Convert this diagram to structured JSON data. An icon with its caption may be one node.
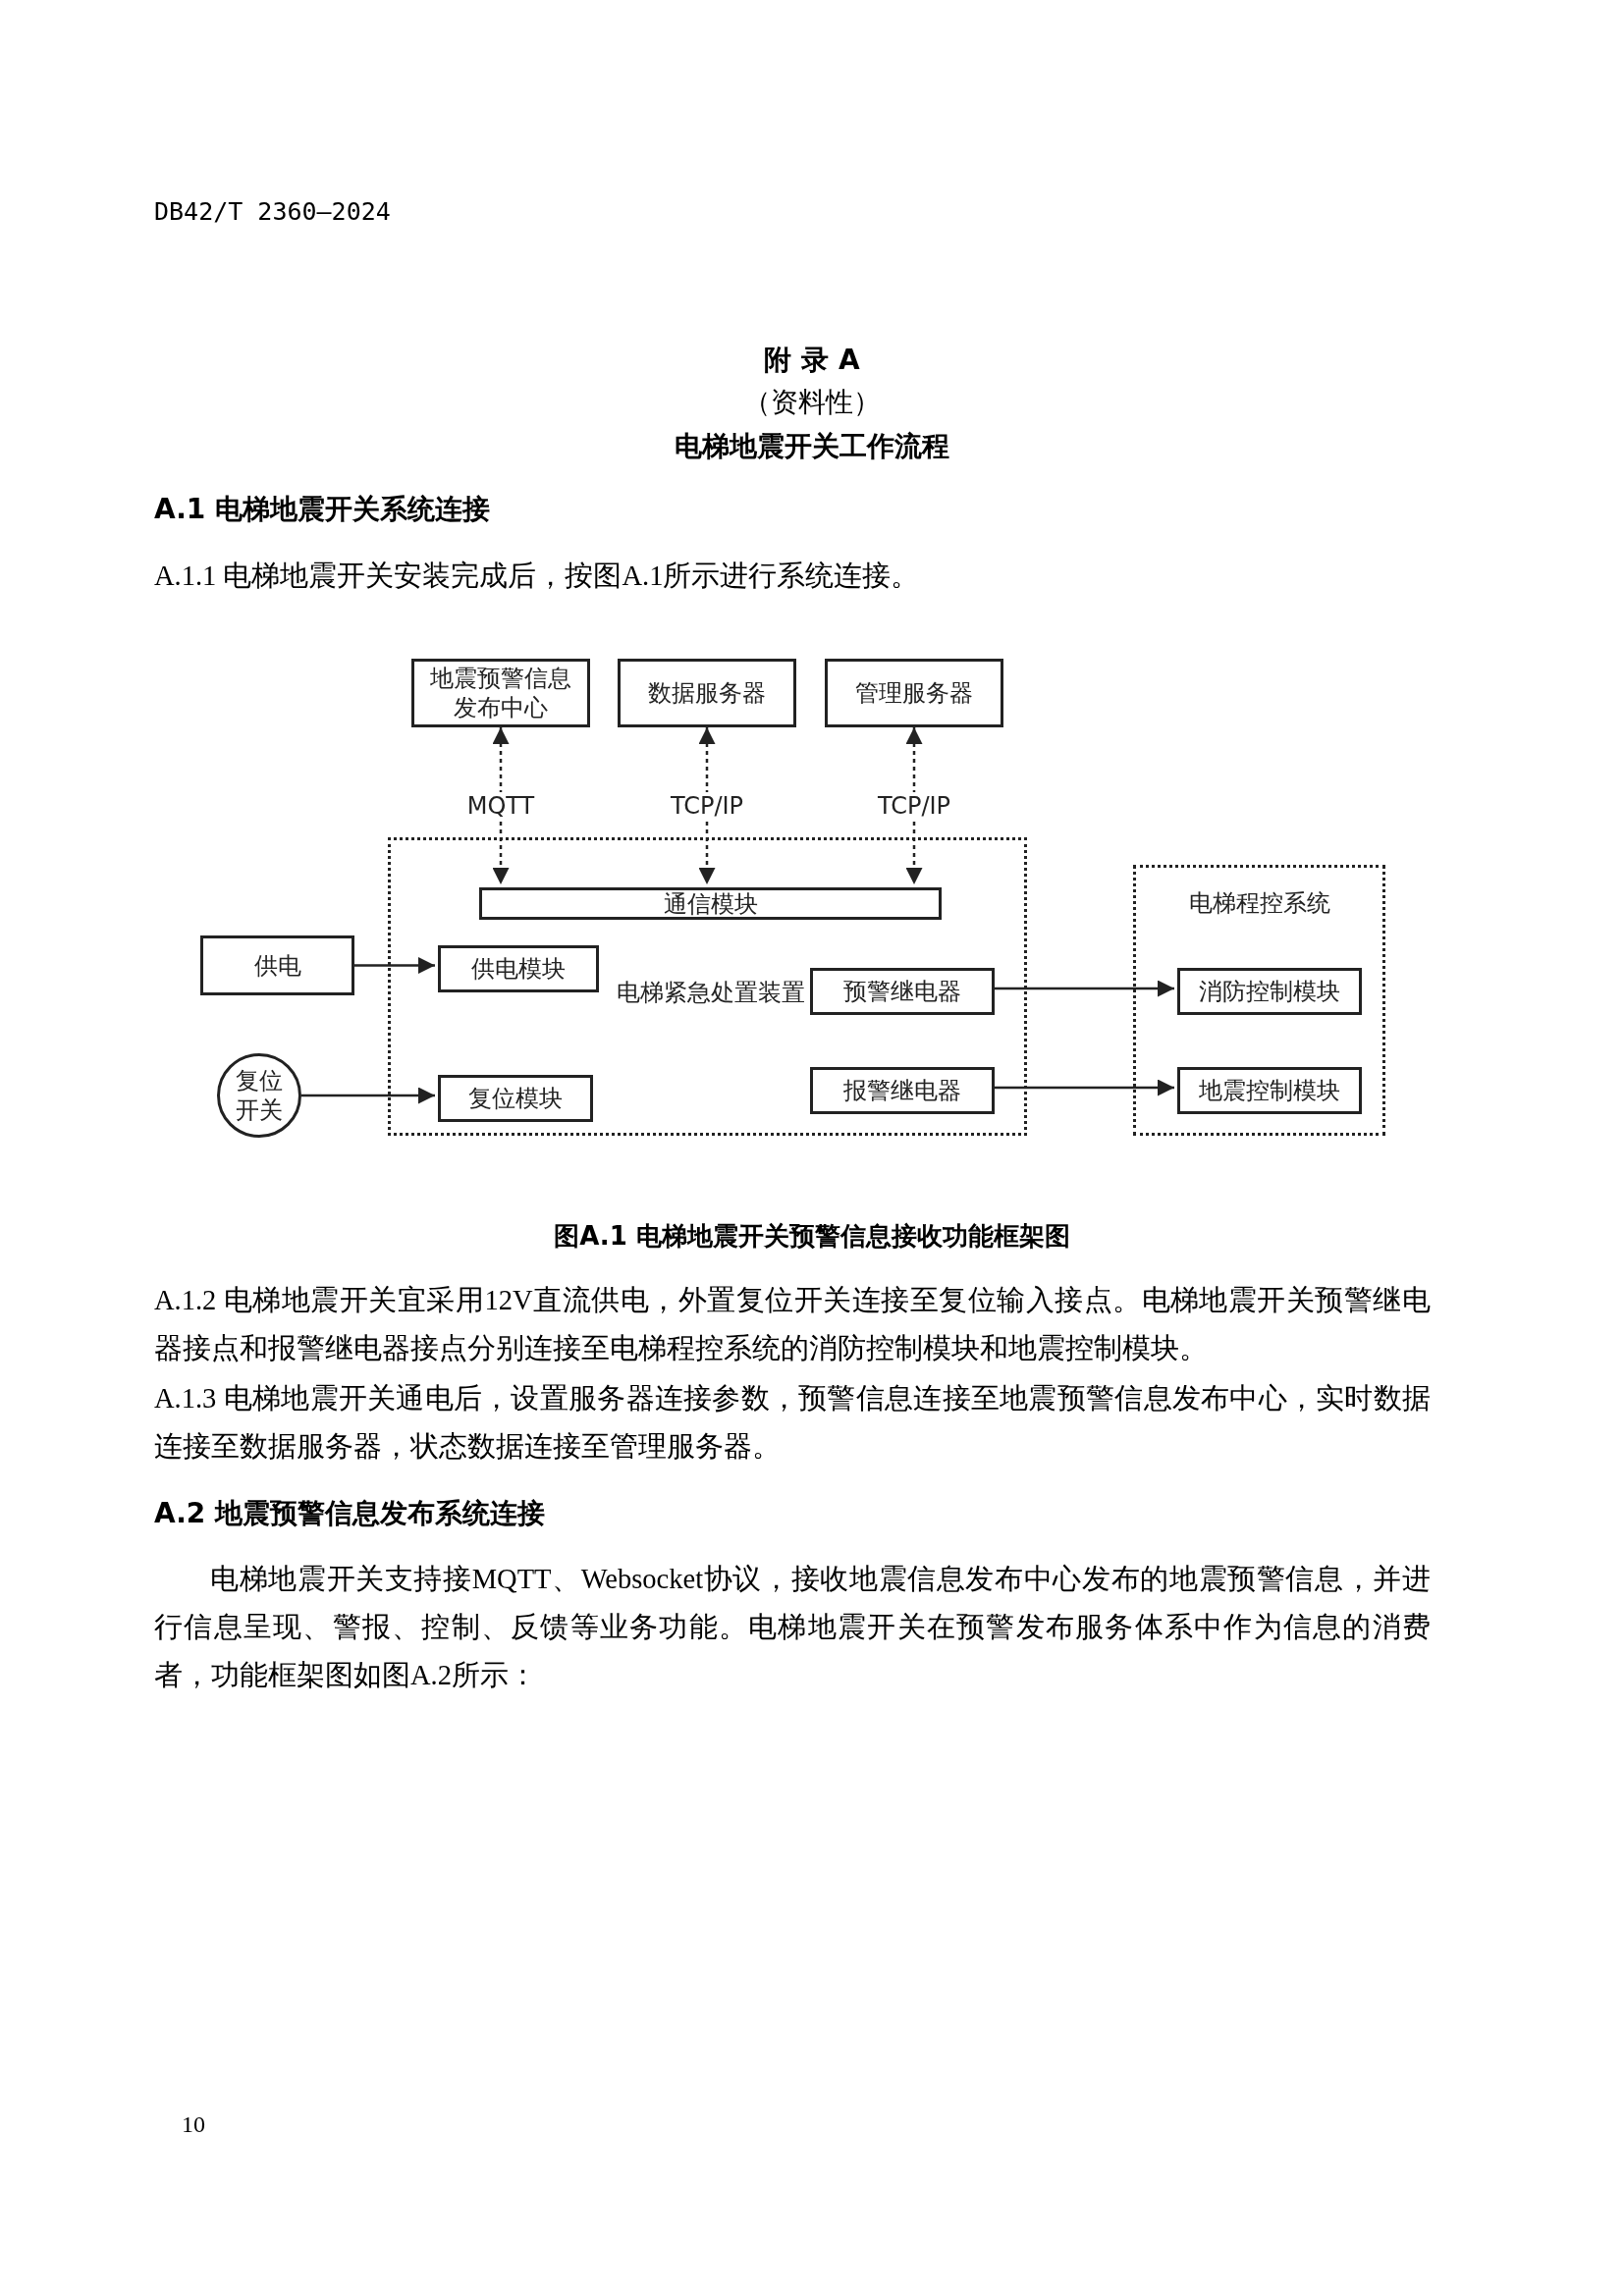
{
  "diagram": {
    "caption": "图A.1 电梯地震开关预警信息接收功能框架图",
    "nodes": [
      {
        "text": [
          "地震预警信息发布中心"
        ]
      },
      {
        "text": [
          "数据服务器"
        ]
      },
      {
        "text": [
          "管理服务器"
        ]
      },
      {
        "text": [
          "电梯紧急处置装置"
        ]
      },
      {
        "text": [
          "通信模块"
        ],
        "in": 3
      },
      {
        "text": [
          "供电"
        ]
      },
      {
        "text": [
          "供电模块"
        ],
        "in": 3
      },
      {
        "text": [
          "预警继电器"
        ],
        "in": 3
      },
      {
        "text": [
          "电梯程控系统"
        ]
      },
      {
        "text": [
          "消防控制模块"
        ],
        "in": 8
      },
      {
        "text": [
          "复位开关"
        ]
      },
      {
        "text": [
          "复位模块"
        ],
        "in": 3
      },
      {
        "text": [
          "报警继电器"
        ],
        "in": 3
      },
      {
        "text": [
          "地震控制模块"
        ],
        "in": 8
      }
    ],
    "edges": [
      {
        "from": 0,
        "to": 4,
        "arrow": "both",
        "label": "MQTT",
        "style": "dashed"
      },
      {
        "from": 1,
        "to": 4,
        "arrow": "both",
        "label": "TCP/IP",
        "style": "dashed"
      },
      {
        "from": 2,
        "to": 4,
        "arrow": "both",
        "label": "TCP/IP",
        "style": "dashed"
      },
      {
        "from": 5,
        "to": 6,
        "arrow": "to"
      },
      {
        "from": 7,
        "to": 9,
        "arrow": "to"
      },
      {
        "from": 10,
        "to": 11,
        "arrow": "to"
      },
      {
        "from": 12,
        "to": 13,
        "arrow": "to"
      }
    ],
    "labels": [
      "DB42/T 2360—2024",
      "附 录 A",
      "（资料性）",
      "电梯地震开关工作流程",
      "A.1 电梯地震开关系统连接",
      "A.1.1 电梯地震开关安装完成后，按图A.1所示进行系统连接。",
      "A.1.2 电梯地震开关宜采用12V直流供电，外置复位开关连接至复位输入接点。电梯地震开关预警继电器接点和报警继电器接点分别连接至电梯程控系统的消防控制模块和地震控制模块。",
      "A.1.3 电梯地震开关通电后，设置服务器连接参数，预警信息连接至地震预警信息发布中心，实时数据连接至数据服务器，状态数据连接至管理服务器。",
      "A.2 地震预警信息发布系统连接",
      "电梯地震开关支持接MQTT、Websocket协议，接收地震信息发布中心发布的地震预警信息，并进行信息呈现、警报、控制、反馈等业务功能。电梯地震开关在预警发布服务体系中作为信息的消费者，功能框架图如图A.2所示：",
      "10"
    ]
  }
}
